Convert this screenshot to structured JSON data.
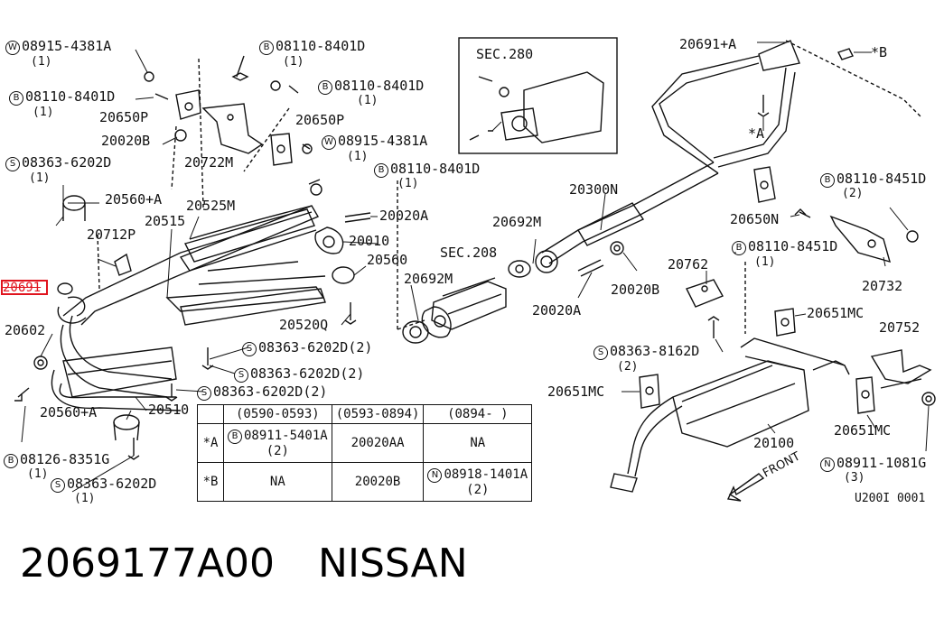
{
  "labels": {
    "w_08915_4381A": "08915-4381A",
    "w_08915_4381A_q": "(1)",
    "b_08110_8401D_top": "08110-8401D",
    "b_08110_8401D_top_q": "(1)",
    "b_08110_8401D_left": "08110-8401D",
    "b_08110_8401D_left_q": "(1)",
    "b_08110_8401D_mid": "08110-8401D",
    "b_08110_8401D_mid_q": "(1)",
    "p20650P_a": "20650P",
    "p20650P_b": "20650P",
    "p20020B_left": "20020B",
    "w_08915_4381A_right": "08915-4381A",
    "w_08915_4381A_right_q": "(1)",
    "p20722M": "20722M",
    "s_08363_6202D_left": "08363-6202D",
    "s_08363_6202D_left_q": "(1)",
    "b_08110_8401D_low": "08110-8401D",
    "b_08110_8401D_low_q": "(1)",
    "p20560A_top": "20560+A",
    "p20525M": "20525M",
    "p20020A_top": "20020A",
    "p20712P": "20712P",
    "p20515": "20515",
    "p20010": "20010",
    "p20560": "20560",
    "p20691_hl": "20691",
    "p20602": "20602",
    "p20520Q": "20520Q",
    "s_08363_6202D_2a": "08363-6202D(2)",
    "s_08363_6202D_2b": "08363-6202D(2)",
    "s_08363_6202D_2c": "08363-6202D(2)",
    "p20560A_low": "20560+A",
    "p20510": "20510",
    "b_08126_8351G": "08126-8351G",
    "b_08126_8351G_q": "(1)",
    "s_08363_6202D_bot": "08363-6202D",
    "s_08363_6202D_bot_q": "(1)",
    "sec280": "SEC.280",
    "sec208": "SEC.208",
    "p20692M_a": "20692M",
    "p20692M_b": "20692M",
    "p20300N": "20300N",
    "p20020B_mid": "20020B",
    "p20020A_mid": "20020A",
    "p20691A": "20691+A",
    "star_b": "*B",
    "star_a": "*A",
    "p20650N": "20650N",
    "b_08110_8451D_right": "08110-8451D",
    "b_08110_8451D_right_q": "(2)",
    "b_08110_8451D_mid": "08110-8451D",
    "b_08110_8451D_mid_q": "(1)",
    "p20732": "20732",
    "p20762": "20762",
    "p20651MC_a": "20651MC",
    "s_08363_8162D": "08363-8162D",
    "s_08363_8162D_q": "(2)",
    "p20752": "20752",
    "p20651MC_b": "20651MC",
    "p20651MC_c": "20651MC",
    "p20100": "20100",
    "n_08911_1081G": "08911-1081G",
    "n_08911_1081G_q": "(3)",
    "front": "FRONT",
    "fig_code": "U200I 0001"
  },
  "circle_marks": {
    "W": "W",
    "B": "B",
    "S": "S",
    "N": "N"
  },
  "table": {
    "headers": [
      "(0590-0593)",
      "(0593-0894)",
      "(0894-    )"
    ],
    "rows": [
      {
        "key": "*A",
        "c1": "08911-5401A",
        "c1q": "(2)",
        "c2": "20020AA",
        "c3": "NA"
      },
      {
        "key": "*B",
        "c1": "NA",
        "c2": "20020B",
        "c3": "08918-1401A",
        "c3q": "(2)"
      }
    ]
  },
  "footer": {
    "part_number": "2069177A00",
    "brand": "NISSAN"
  }
}
